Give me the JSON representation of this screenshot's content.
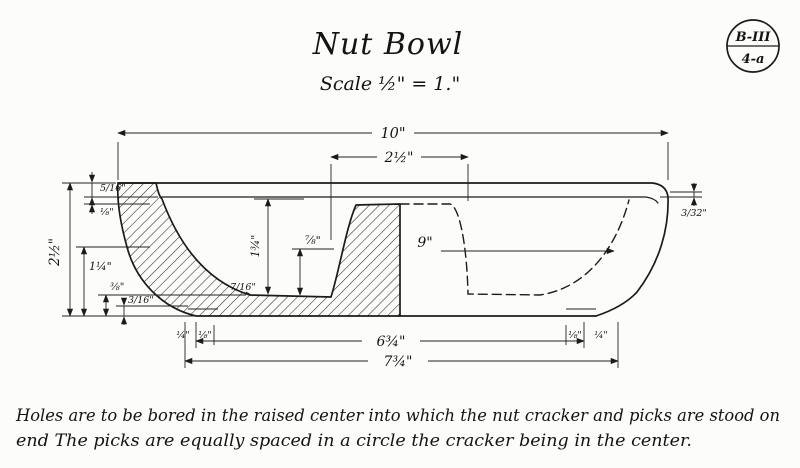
{
  "title": "Nut Bowl",
  "scale_label": "Scale ½\" = 1.\"",
  "stamp": {
    "top": "B-III",
    "bottom": "4-a"
  },
  "notes": {
    "line1": "Holes are to be bored in the raised center into which the nut cracker and picks are stood on",
    "line2": "end  The picks are equally spaced in a circle the cracker being in the center."
  },
  "dims": {
    "overall_width": "10\"",
    "hub_width": "2½\"",
    "inner_radius": "9\"",
    "base_inner": "6¾\"",
    "base_outer": "7¾\"",
    "overall_height": "2½\"",
    "rim_lip": "5/16\"",
    "rim_step": "⅛\"",
    "lower_wall": "1¼\"",
    "base_thickness": "⅜\"",
    "foot_height": "3/16\"",
    "bowl_depth": "1¾\"",
    "hub_height": "⅞\"",
    "floor_fillet": "7/16\"",
    "rim_edge": "3/32\"",
    "foot_left_outer": "¼\"",
    "foot_left_inner": "⅛\"",
    "foot_right_inner": "⅛\"",
    "foot_right_outer": "¼\""
  }
}
